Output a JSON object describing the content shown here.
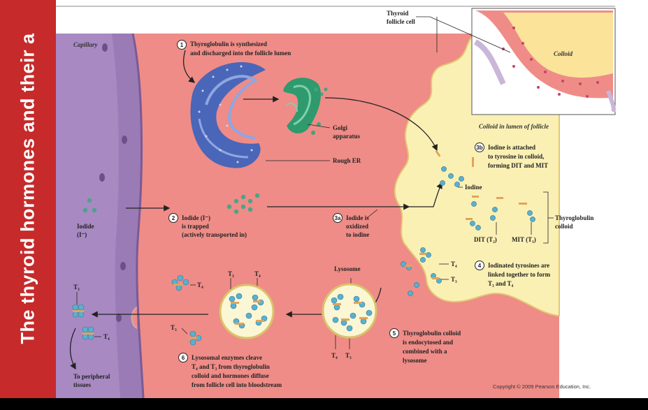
{
  "slide": {
    "side_title": "The thyroid hormones and their a",
    "copyright": "Copyright © 2009 Pearson Education, Inc."
  },
  "labels": {
    "capillary": "Capillary",
    "thyroid_follicle_cell_1": "Thyroid",
    "thyroid_follicle_cell_2": "follicle cell",
    "colloid": "Colloid",
    "colloid_in_lumen": "Colloid in lumen of follicle",
    "golgi_1": "Golgi",
    "golgi_2": "apparatus",
    "rough_er": "Rough ER",
    "iodide_left_1": "Iodide",
    "iodide_left_2": "(I⁻)",
    "iodine": "Iodine",
    "thyroglobulin_colloid_1": "Thyroglobulin",
    "thyroglobulin_colloid_2": "colloid",
    "dit": "DIT (T₂)",
    "mit": "MIT (T₁)",
    "lysosome": "Lysosome",
    "to_peripheral_1": "To peripheral",
    "to_peripheral_2": "tissues",
    "t3": "T₃",
    "t4": "T₄"
  },
  "steps": [
    {
      "num": "1",
      "lines": [
        "Thyroglobulin is synthesized",
        "and discharged into the follicle lumen"
      ]
    },
    {
      "num": "2",
      "lines": [
        "Iodide (I⁻)",
        "is trapped",
        "(actively transported in)"
      ]
    },
    {
      "num": "3a",
      "lines": [
        "Iodide is",
        "oxidized",
        "to iodine"
      ]
    },
    {
      "num": "3b",
      "lines": [
        "Iodine is attached",
        "to tyrosine in colloid,",
        "forming DIT and MIT"
      ]
    },
    {
      "num": "4",
      "lines": [
        "Iodinated tyrosines are",
        "linked together to form",
        "T₃ and T₄"
      ]
    },
    {
      "num": "5",
      "lines": [
        "Thyroglobulin colloid",
        "is endocytosed and",
        "combined with a",
        "lysosome"
      ]
    },
    {
      "num": "6",
      "lines": [
        "Lysosomal enzymes cleave",
        "T₄ and T₃ from thyroglobulin",
        "colloid and hormones diffuse",
        "from follicle cell into bloodstream"
      ]
    }
  ],
  "colors": {
    "sidebar": "#c62a2a",
    "capillary": "#9a7bb5",
    "cell": "#ef8c87",
    "colloid": "#fbf0b4",
    "dots": "#4aa48a",
    "blue_dots": "#5ab0cf"
  }
}
